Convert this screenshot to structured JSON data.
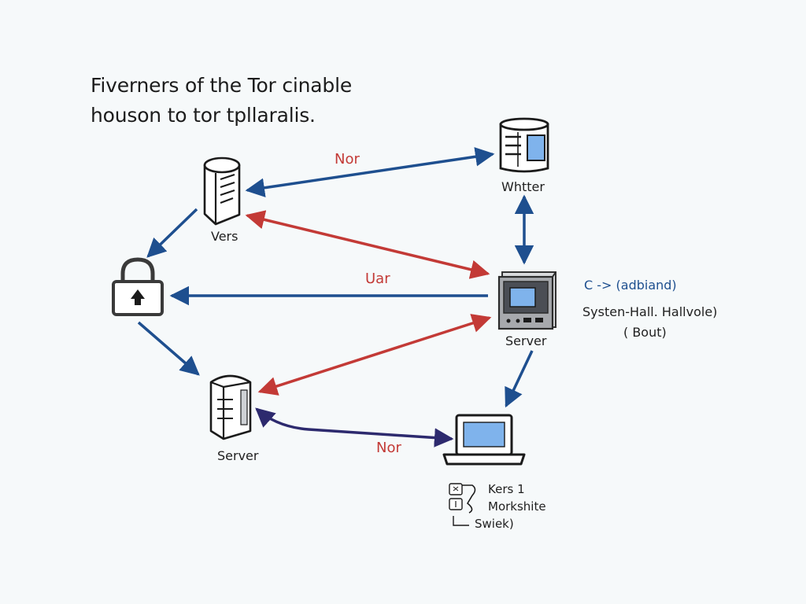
{
  "title": {
    "line1": "Fiverners of the Tor cinable",
    "line2": "houson to tor tpllaralis."
  },
  "nodes": {
    "top_left_server": {
      "label": "Vers",
      "icon": "server-icon"
    },
    "top_right_server": {
      "label": "Whtter",
      "icon": "database-icon"
    },
    "lock": {
      "label": "",
      "icon": "lock-icon"
    },
    "center_server": {
      "label": "Server",
      "icon": "server-box-icon"
    },
    "bottom_left_server": {
      "label": "Server",
      "icon": "server-icon"
    },
    "laptop": {
      "label": "",
      "icon": "laptop-icon"
    }
  },
  "edges": {
    "top_label": "Nor",
    "middle_label": "Uar",
    "bottom_label": "Nor"
  },
  "side_note": {
    "line1": "C -> (adbiand)",
    "line2": "Systen-Hall. Hallvole)",
    "line3": "( Bout)"
  },
  "legend": {
    "line1": "Kers 1",
    "line2": "Morkshite",
    "line3": "Swiek)"
  },
  "colors": {
    "blue": "#1e4f8f",
    "red": "#c33a36",
    "navy": "#2d2a6e",
    "screen": "#7fb3ec",
    "background": "#f6f9fa"
  }
}
